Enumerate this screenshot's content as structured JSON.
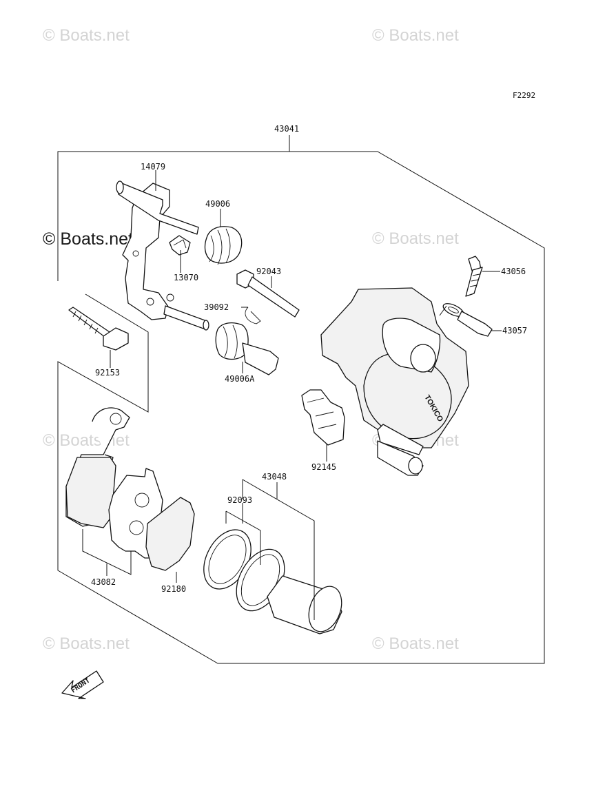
{
  "figure_id": "F2292",
  "watermark": "© Boats.net",
  "callouts": {
    "p43041": "43041",
    "p14079": "14079",
    "p49006": "49006",
    "p13070": "13070",
    "p92043": "92043",
    "p43056": "43056",
    "p39092": "39092",
    "p43057": "43057",
    "p92153": "92153",
    "p49006A": "49006A",
    "p92145": "92145",
    "p43048": "43048",
    "p92093": "92093",
    "p43082": "43082",
    "p92180": "92180"
  },
  "caliper_brand": "TOKICO",
  "front_label": "FRONT"
}
